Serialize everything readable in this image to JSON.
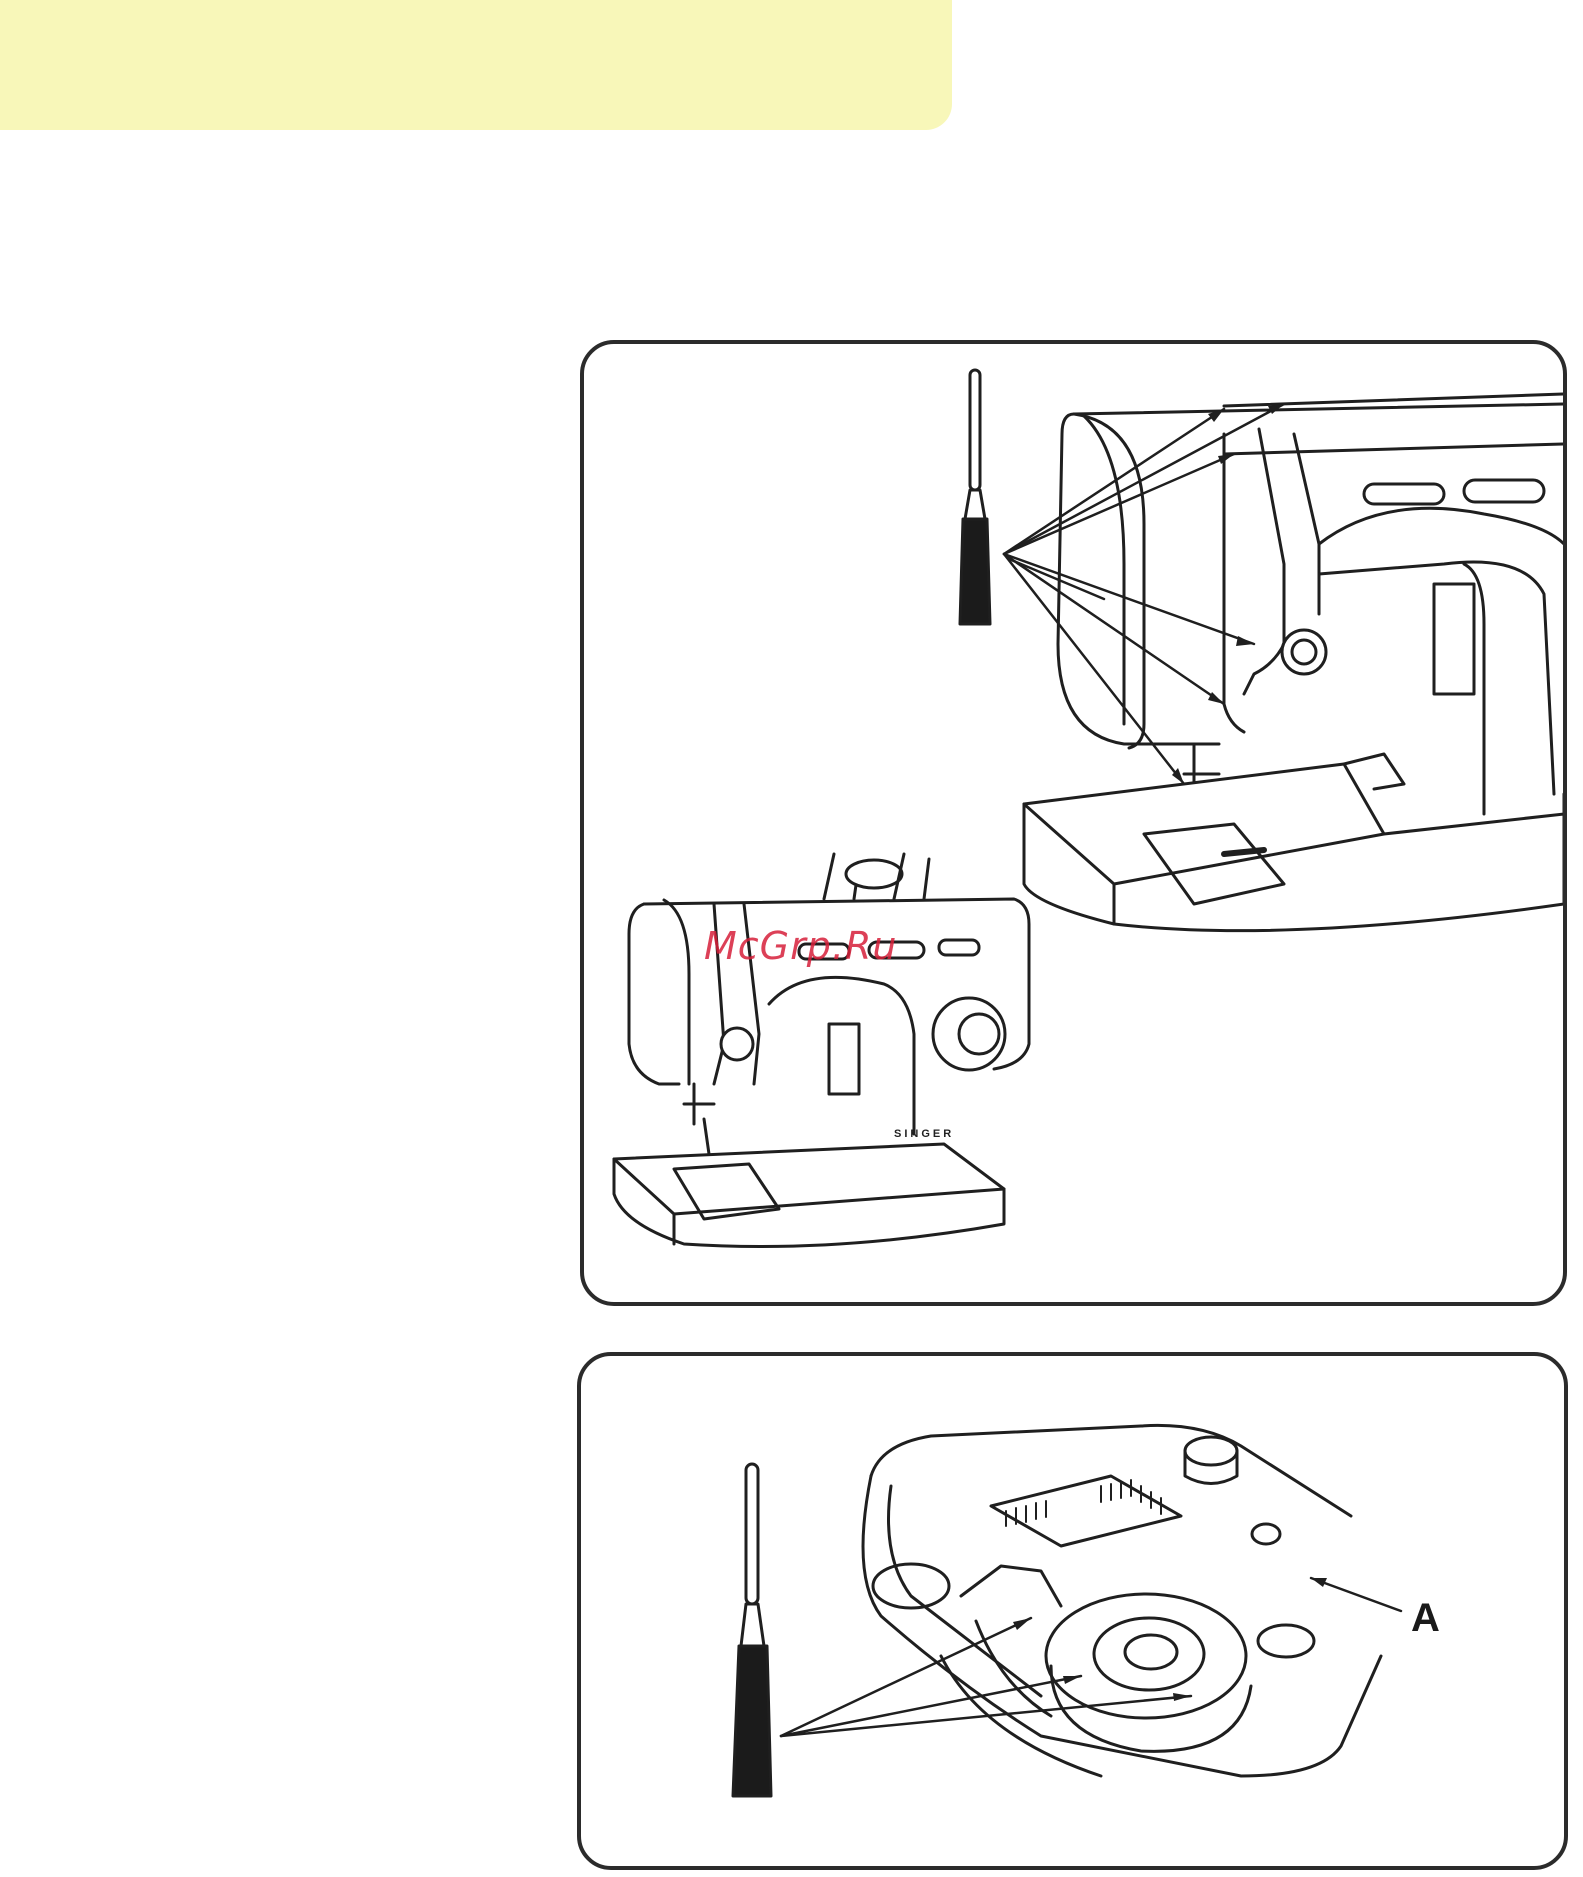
{
  "figure_top": {
    "watermark": "McGrp.Ru",
    "brand": "SINGER"
  },
  "figure_bottom": {
    "callout_label": "A"
  },
  "colors": {
    "header_band": "#f8f7b9",
    "watermark": "#d71f3a",
    "line": "#1f1f1f"
  }
}
